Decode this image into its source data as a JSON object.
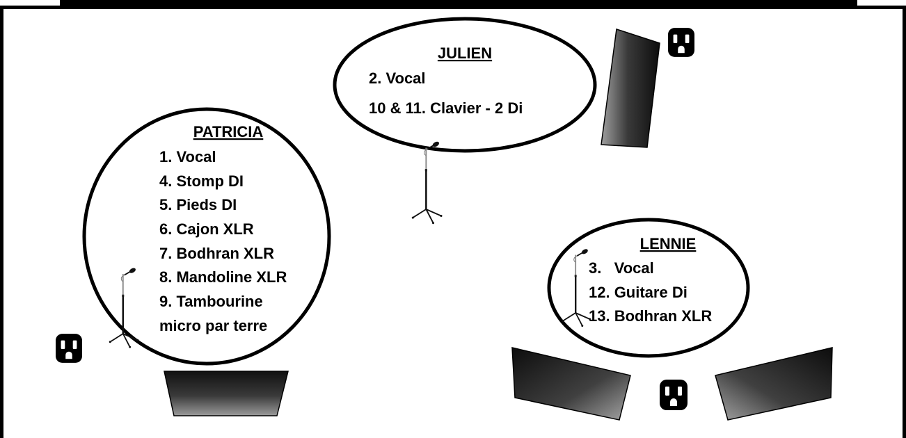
{
  "zones": [
    {
      "id": "julien",
      "name": "JULIEN",
      "lines": [
        "2. Vocal",
        "10 & 11. Clavier - 2 Di"
      ]
    },
    {
      "id": "patricia",
      "name": "PATRICIA",
      "lines": [
        "1. Vocal",
        "4. Stomp DI",
        "5. Pieds DI",
        "6. Cajon XLR",
        "7. Bodhran XLR",
        "8. Mandoline XLR",
        "9. Tambourine",
        "micro par terre"
      ]
    },
    {
      "id": "lennie",
      "name": "LENNIE",
      "lines": [
        "3.   Vocal",
        "12. Guitare Di",
        "13. Bodhran XLR"
      ]
    }
  ],
  "icons": {
    "outlet": "power-outlet-icon",
    "microphone": "microphone-stand-icon",
    "monitor": "stage-monitor-wedge-icon"
  },
  "colors": {
    "border": "#000000",
    "background": "#ffffff",
    "ink": "#000000",
    "wedge_dark": "#0d0d0d",
    "wedge_light": "#8a8a8a"
  }
}
